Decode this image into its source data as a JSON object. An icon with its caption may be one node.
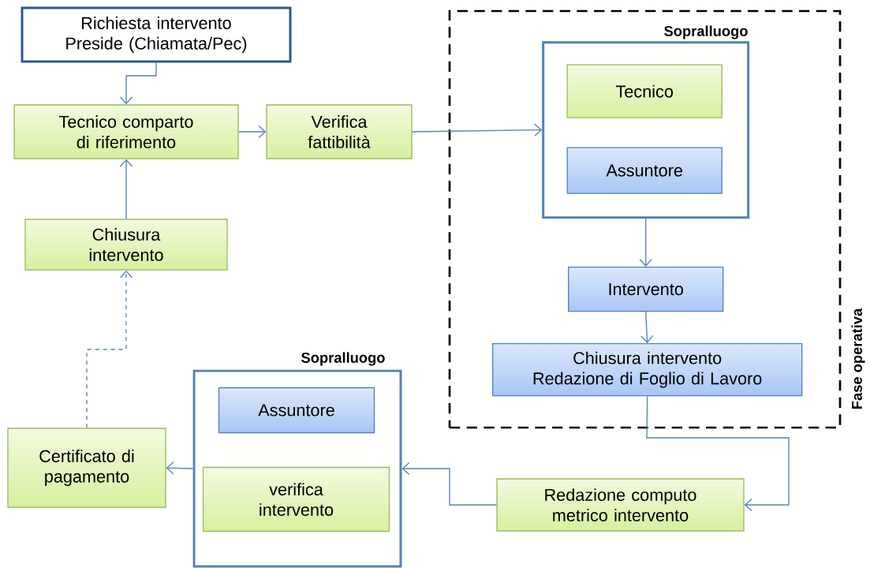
{
  "diagram": {
    "nodes": [
      {
        "text": [
          "Richiesta intervento Preside (Chiamata/Pec)"
        ]
      },
      {
        "text": [
          "Tecnico comparto di riferimento"
        ]
      },
      {
        "text": [
          "Verifica fattibilità"
        ]
      },
      {
        "text": [
          "Fase operativa"
        ]
      },
      {
        "text": [
          "Sopralluogo"
        ],
        "in": 3
      },
      {
        "text": [
          "Tecnico"
        ],
        "in": 4
      },
      {
        "text": [
          "Assuntore"
        ],
        "in": 4
      },
      {
        "text": [
          "Intervento"
        ],
        "in": 3
      },
      {
        "text": [
          "Chiusura intervento Redazione di Foglio di Lavoro"
        ],
        "in": 3
      },
      {
        "text": [
          "Redazione computo metrico intervento"
        ]
      },
      {
        "text": [
          "Sopralluogo"
        ]
      },
      {
        "text": [
          "Assuntore"
        ],
        "in": 10
      },
      {
        "text": [
          "verifica intervento"
        ],
        "in": 10
      },
      {
        "text": [
          "Certificato di pagamento"
        ]
      },
      {
        "text": [
          "Chiusura intervento"
        ]
      }
    ],
    "edges": [
      {
        "from": 0,
        "to": 1,
        "arrow": "to"
      },
      {
        "from": 1,
        "to": 2,
        "arrow": "to"
      },
      {
        "from": 2,
        "to": 4,
        "arrow": "to"
      },
      {
        "from": 4,
        "to": 7,
        "arrow": "to"
      },
      {
        "from": 7,
        "to": 8,
        "arrow": "to"
      },
      {
        "from": 8,
        "to": 9,
        "arrow": "to"
      },
      {
        "from": 9,
        "to": 10,
        "arrow": "to"
      },
      {
        "from": 10,
        "to": 13,
        "arrow": "to"
      },
      {
        "from": 13,
        "to": 14,
        "arrow": "to",
        "style": "dashed"
      },
      {
        "from": 14,
        "to": 1,
        "arrow": "to"
      }
    ]
  }
}
